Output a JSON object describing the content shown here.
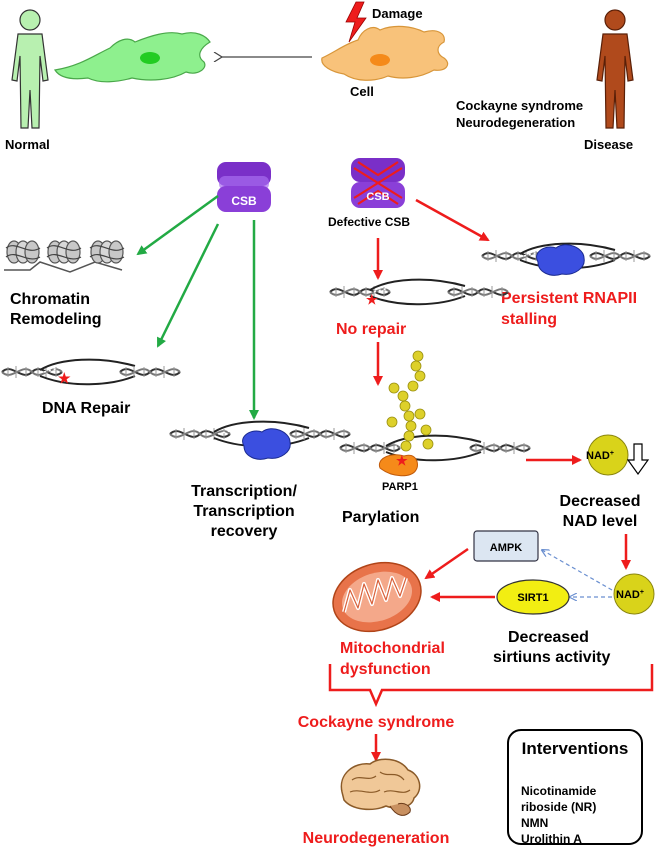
{
  "labels": {
    "damage": "Damage",
    "cell": "Cell",
    "normal": "Normal",
    "disease": "Disease",
    "disease_conditions": [
      "Cockayne syndrome",
      "Neurodegeneration"
    ],
    "csb": "CSB",
    "defective_csb": "Defective CSB",
    "chromatin_remodeling": [
      "Chromatin",
      "Remodeling"
    ],
    "dna_repair": "DNA Repair",
    "transcription": [
      "Transcription/",
      "Transcription",
      "recovery"
    ],
    "no_repair": "No repair",
    "persistent_stalling": [
      "Persistent RNAPII",
      "stalling"
    ],
    "parp1": "PARP1",
    "parylation": "Parylation",
    "nad": "NAD",
    "nad_sup": "+",
    "decreased_nad": [
      "Decreased",
      "NAD level"
    ],
    "ampk": "AMPK",
    "sirt1": "SIRT1",
    "mito_dysfunction": [
      "Mitochondrial",
      "dysfunction"
    ],
    "decreased_sirtuins": [
      "Decreased",
      "sirtiuns activity"
    ],
    "cockayne_syndrome": "Cockayne syndrome",
    "neurodegeneration": "Neurodegeneration"
  },
  "interventions": {
    "title": "Interventions",
    "items": [
      "Nicotinamide",
      "riboside (NR)",
      "NMN",
      "Urolithin A"
    ]
  },
  "colors": {
    "red": "#ee1c1c",
    "green": "#22aa44",
    "csb_purple": "#8a3fd8",
    "rnapii_blue": "#3b4fe0",
    "nad_yellow": "#d9d31a",
    "sirt1_yellow": "#f2ee12",
    "ampk_fill": "#dce6f2",
    "mito_orange": "#e8734a",
    "normal_cell": "#8ef08e",
    "damaged_cell": "#f8c27a",
    "normal_person": "#b8f0b0",
    "disease_person": "#b04a1c"
  },
  "icons": [
    "lightning-icon",
    "normal-person-icon",
    "disease-person-icon",
    "nucleosome-icon",
    "dna-icon",
    "rnapii-icon",
    "parp1-icon",
    "mitochondrion-icon",
    "brain-icon",
    "down-arrow-icon"
  ]
}
